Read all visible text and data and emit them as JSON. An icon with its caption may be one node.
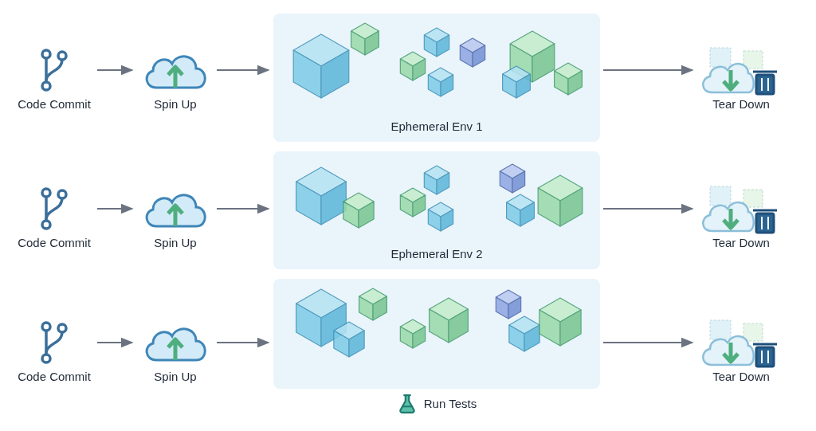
{
  "diagram": {
    "nodes": [
      {
        "text": [
          "Code Commit"
        ]
      },
      {
        "text": [
          "Spin Up"
        ]
      },
      {
        "text": [
          "Ephemeral Env 1"
        ]
      },
      {
        "text": [
          "Tear Down"
        ]
      },
      {
        "text": [
          "Code Commit"
        ]
      },
      {
        "text": [
          "Spin Up"
        ]
      },
      {
        "text": [
          "Ephemeral Env 2"
        ]
      },
      {
        "text": [
          "Tear Down"
        ]
      },
      {
        "text": [
          "Code Commit"
        ]
      },
      {
        "text": [
          "Spin Up"
        ]
      },
      {
        "text": [],
        "shape": "box"
      },
      {
        "text": [
          "Tear Down"
        ]
      }
    ],
    "edges": [
      {
        "from": 0,
        "to": 1,
        "arrow": "to"
      },
      {
        "from": 1,
        "to": 2,
        "arrow": "to"
      },
      {
        "from": 2,
        "to": 3,
        "arrow": "to"
      },
      {
        "from": 4,
        "to": 5,
        "arrow": "to"
      },
      {
        "from": 5,
        "to": 6,
        "arrow": "to"
      },
      {
        "from": 6,
        "to": 7,
        "arrow": "to"
      },
      {
        "from": 8,
        "to": 9,
        "arrow": "to"
      },
      {
        "from": 9,
        "to": 10,
        "arrow": "to"
      },
      {
        "from": 10,
        "to": 11,
        "arrow": "to"
      }
    ],
    "labels": [
      "Run Tests"
    ]
  }
}
